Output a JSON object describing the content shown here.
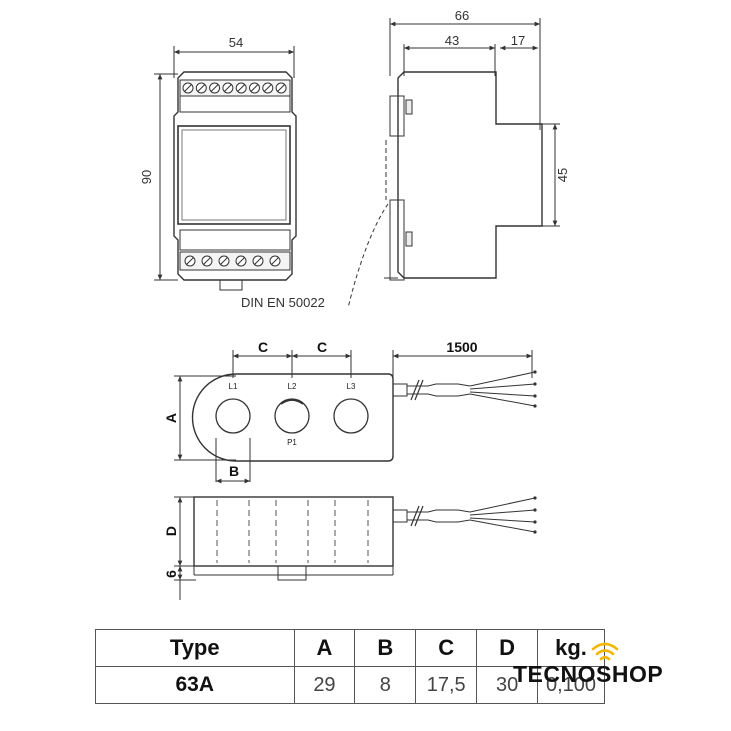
{
  "din_module": {
    "width_label": "54",
    "height_label": "90",
    "depth_total_label": "66",
    "depth_body_label": "43",
    "depth_step_label": "17",
    "front_height_label": "45",
    "rail_label": "DIN EN 50022"
  },
  "sensor": {
    "top_view": {
      "pitch_label_1": "C",
      "pitch_label_2": "C",
      "cable_length_label": "1500",
      "height_label": "A",
      "hole_label": "B",
      "phase_labels": [
        "L1",
        "L2",
        "L3"
      ],
      "marker_label": "P1"
    },
    "side_view": {
      "thickness_label": "D",
      "base_label": "6"
    }
  },
  "spec_table": {
    "headers": [
      "Type",
      "A",
      "B",
      "C",
      "D",
      "kg."
    ],
    "rows": [
      [
        "63A",
        "29",
        "8",
        "17,5",
        "30",
        "0,100"
      ]
    ]
  },
  "brand": {
    "name": "TECNOSHOP",
    "accent_color": "#f2b705"
  }
}
